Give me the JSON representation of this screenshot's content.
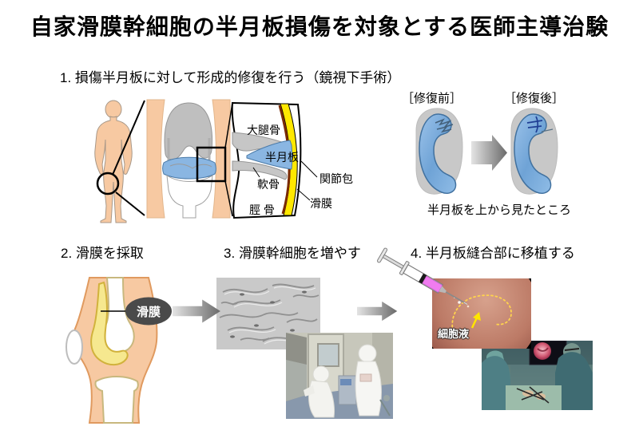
{
  "title": "自家滑膜幹細胞の半月板損傷を対象とする医師主導治験",
  "steps": {
    "step1": "1. 損傷半月板に対して形成的修復を行う（鏡視下手術）",
    "step2": "2. 滑膜を採取",
    "step3": "3. 滑膜幹細胞を増やす",
    "step4": "4. 半月板縫合部に移植する"
  },
  "anatomy_labels": {
    "femur": "大腿骨",
    "meniscus": "半月板",
    "cartilage": "軟骨",
    "tibia": "脛 骨",
    "joint_capsule": "関節包",
    "synovium": "滑膜"
  },
  "repair_view": {
    "before_label": "［修復前］",
    "after_label": "［修復後］",
    "caption": "半月板を上から見たところ"
  },
  "harvest": {
    "synovium_tag": "滑膜"
  },
  "transplant": {
    "cell_fluid_label": "細胞液"
  },
  "colors": {
    "skin": "#F7C9A2",
    "bone_gray": "#BFBFBF",
    "meniscus_blue": "#85B3DF",
    "joint_capsule_yellow": "#FFE800",
    "synovium_brown": "#7A2B05",
    "synovium_pocket_yellow": "#F6E88F",
    "label_ellipse_gray": "#4A4A4A",
    "arrow_gradient_light": "#E4E4E4",
    "arrow_gradient_dark": "#6A6A6A",
    "syringe_fluid_pink": "#F07CF0",
    "dashed_outline_yellow": "#FFD34D"
  }
}
